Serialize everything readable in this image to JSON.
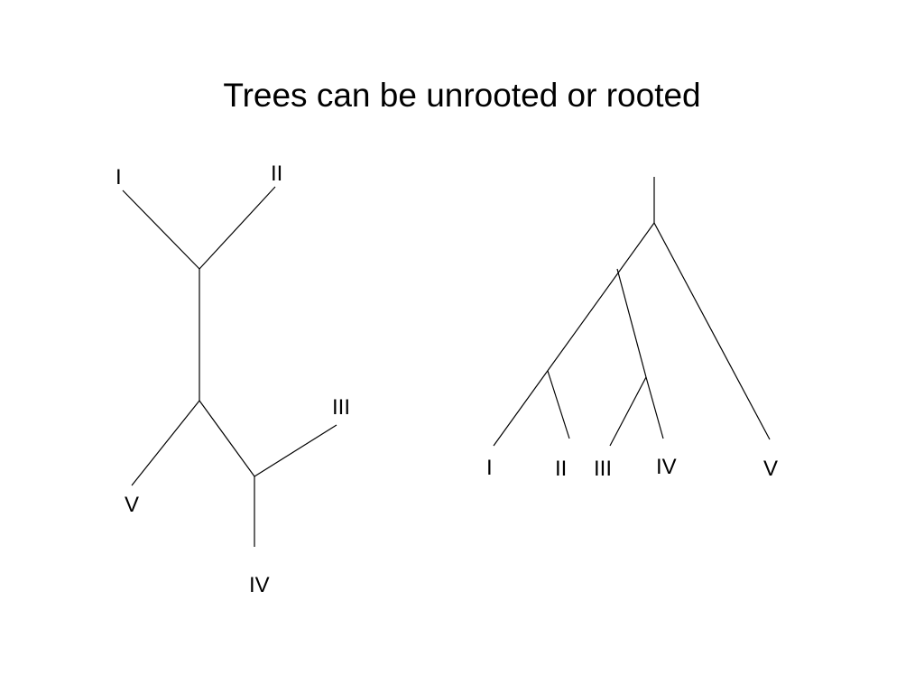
{
  "title": "Trees can be unrooted or rooted",
  "colors": {
    "background": "#ffffff",
    "line": "#000000",
    "text": "#000000"
  },
  "unrooted_tree": {
    "labels": {
      "I": "I",
      "II": "II",
      "III": "III",
      "IV": "IV",
      "V": "V"
    }
  },
  "rooted_tree": {
    "labels": {
      "I": "I",
      "II": "II",
      "III": "III",
      "IV": "IV",
      "V": "V"
    }
  }
}
